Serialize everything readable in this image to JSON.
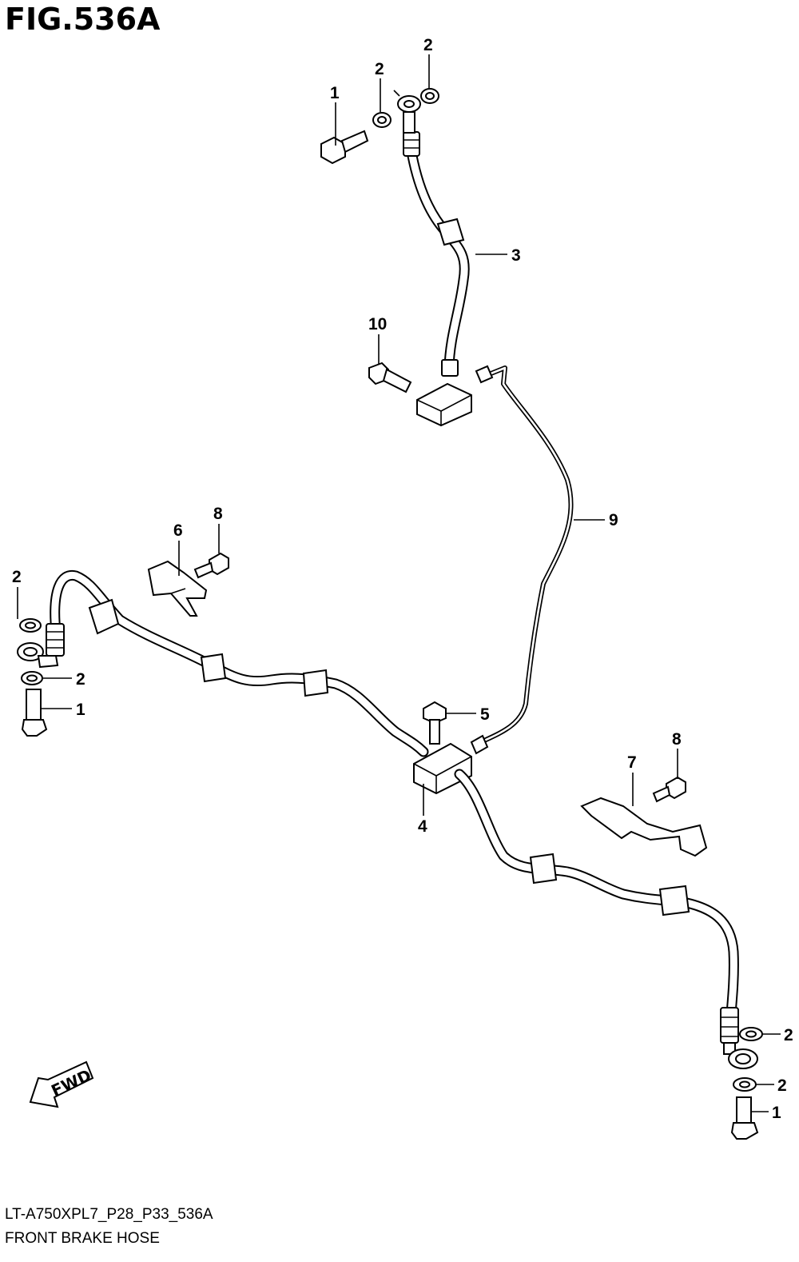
{
  "figure": {
    "title": "FIG.536A",
    "code": "LT-A750XPL7_P28_P33_536A",
    "caption": "FRONT BRAKE HOSE",
    "fwd_label": "FWD"
  },
  "callouts": [
    {
      "id": "c-1-top",
      "label": "1"
    },
    {
      "id": "c-2-top-a",
      "label": "2"
    },
    {
      "id": "c-2-top-b",
      "label": "2"
    },
    {
      "id": "c-3",
      "label": "3"
    },
    {
      "id": "c-10",
      "label": "10"
    },
    {
      "id": "c-9",
      "label": "9"
    },
    {
      "id": "c-6",
      "label": "6"
    },
    {
      "id": "c-8-left",
      "label": "8"
    },
    {
      "id": "c-2-left-a",
      "label": "2"
    },
    {
      "id": "c-2-left-b",
      "label": "2"
    },
    {
      "id": "c-1-left",
      "label": "1"
    },
    {
      "id": "c-5",
      "label": "5"
    },
    {
      "id": "c-4",
      "label": "4"
    },
    {
      "id": "c-7",
      "label": "7"
    },
    {
      "id": "c-8-right",
      "label": "8"
    },
    {
      "id": "c-2-right-a",
      "label": "2"
    },
    {
      "id": "c-2-right-b",
      "label": "2"
    },
    {
      "id": "c-1-right",
      "label": "1"
    }
  ],
  "colors": {
    "ink": "#000000",
    "paper": "#ffffff"
  }
}
